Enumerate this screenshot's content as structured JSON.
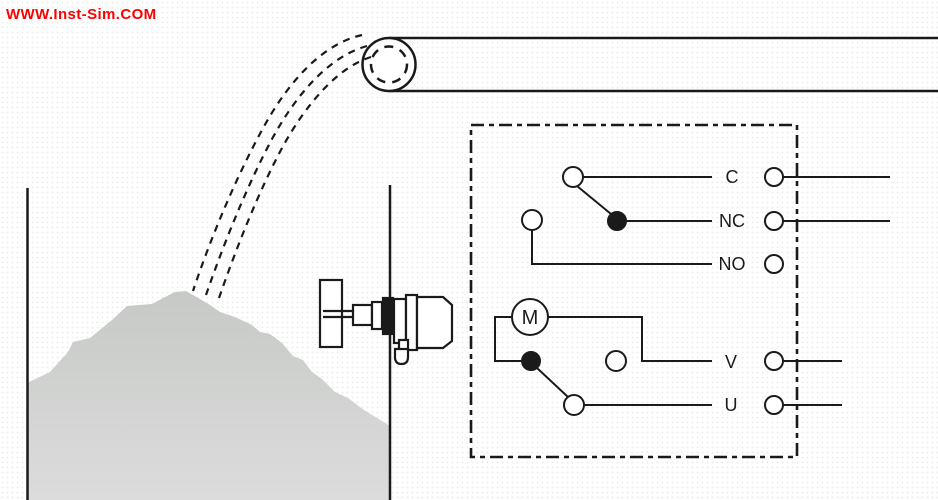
{
  "watermark": {
    "text": "WWW.Inst-Sim.COM",
    "color": "#ff0000"
  },
  "circuit": {
    "motor_label": "M",
    "terminals": [
      {
        "label": "C"
      },
      {
        "label": "NC"
      },
      {
        "label": "NO"
      },
      {
        "label": "V"
      },
      {
        "label": "U"
      }
    ]
  },
  "colors": {
    "line": "#1a1a1a",
    "watermark_red": "#ff0000",
    "pile_gray_top": "#c6c9c6",
    "pile_gray_bottom": "#dcdcdc",
    "background": "#ffffff"
  }
}
